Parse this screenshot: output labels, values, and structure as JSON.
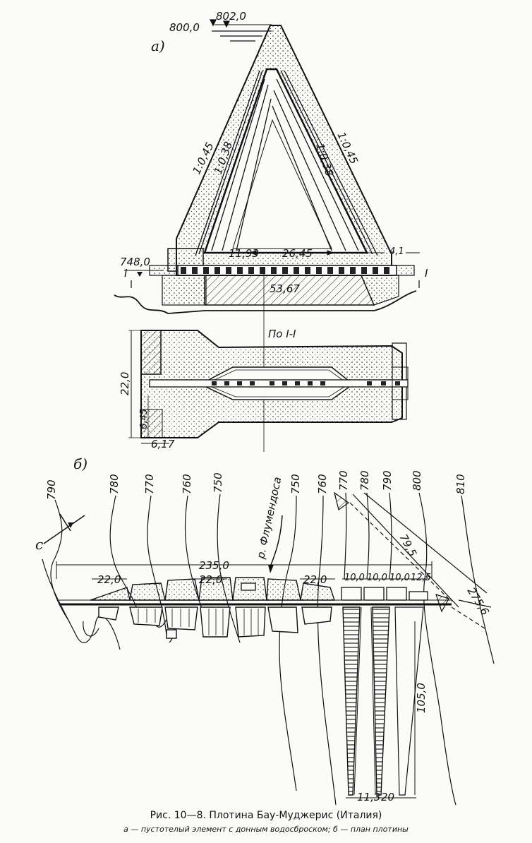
{
  "section_a": {
    "part_label": "а)",
    "elev_802": "802,0",
    "elev_800": "800,0",
    "elev_748": "748,0",
    "slope_left_outer": "1:0,45",
    "slope_left_inner": "1:0,38",
    "slope_right_inner": "1:0,38",
    "slope_right_outer": "1:0,45",
    "dim_1193": "11,93",
    "dim_2645": "26,45",
    "dim_41": "4,1",
    "dim_5367": "53,67",
    "section_mark_left": "I",
    "section_mark_right": "I"
  },
  "plan_a": {
    "title": "По I-I",
    "dim_220": "22,0",
    "dim_645": "6,45",
    "dim_617": "6,17"
  },
  "section_b": {
    "part_label": "б)",
    "contours": [
      "790",
      "780",
      "770",
      "760",
      "750",
      "750",
      "760",
      "770",
      "780",
      "790",
      "800",
      "810"
    ],
    "point_c": "с",
    "river": "р. Флумендоса",
    "dim_2350": "235,0",
    "dim_22_left": "22,0",
    "dim_22_mid": "22,0",
    "dim_22_right": "22,0",
    "dim_100_1": "10,0",
    "dim_100_2": "10,0",
    "dim_100_3": "10,0",
    "dim_125": "12,5",
    "dim_795": "79,5",
    "dim_2756": "275,6",
    "dim_1050": "105,0",
    "dim_113": "11,3",
    "dim_20": "20"
  },
  "caption": {
    "main": "Рис. 10—8. Плотина Бау-Муджерис (Италия)",
    "sub": "а — пустотелый элемент с донным водосброском; б — план плотины"
  }
}
